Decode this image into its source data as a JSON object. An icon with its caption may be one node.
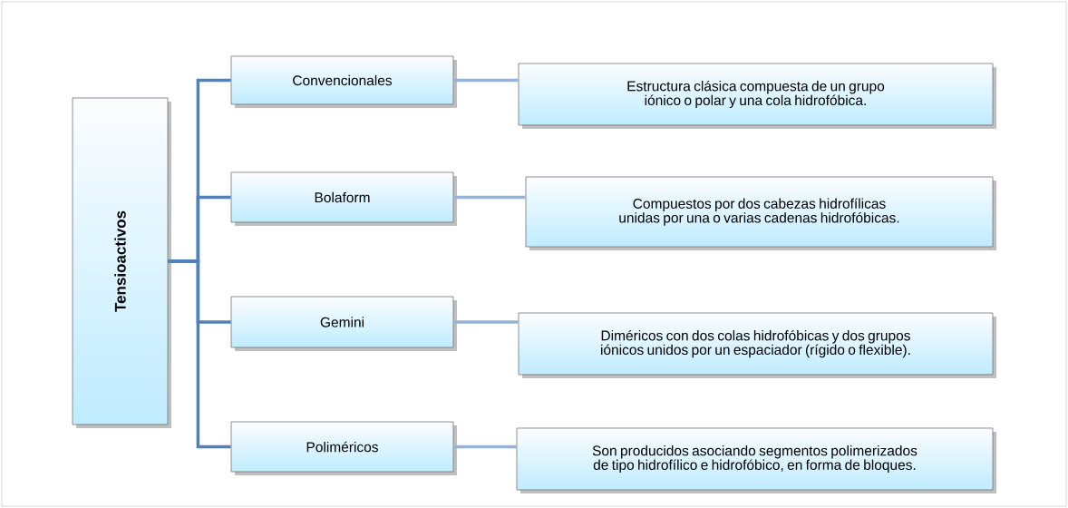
{
  "diagram": {
    "nodes": [
      {
        "text": [
          "Tensioactivos"
        ]
      },
      {
        "text": [
          "Convencionales"
        ]
      },
      {
        "text": [
          "Bolaform"
        ]
      },
      {
        "text": [
          "Gemini"
        ]
      },
      {
        "text": [
          "Poliméricos"
        ]
      },
      {
        "text": [
          "Estructura clásica compuesta de un grupo iónico o polar y una cola hidrofóbica."
        ]
      },
      {
        "text": [
          "Compuestos por dos cabezas hidrofílicas unidas por una o varias cadenas hidrofóbicas."
        ]
      },
      {
        "text": [
          "Diméricos con dos colas hidrofóbicas y dos grupos iónicos unidos por un espaciador (rígido o flexible)."
        ]
      },
      {
        "text": [
          "Son producidos asociando segmentos polimerizados de tipo hidrofílico e hidrofóbico, en forma de bloques."
        ]
      }
    ],
    "edges": [
      {
        "from": 0,
        "to": 1,
        "arrow": "none"
      },
      {
        "from": 0,
        "to": 2,
        "arrow": "none"
      },
      {
        "from": 0,
        "to": 3,
        "arrow": "none"
      },
      {
        "from": 0,
        "to": 4,
        "arrow": "none"
      },
      {
        "from": 1,
        "to": 5,
        "arrow": "none",
        "color": "#95b3d7"
      },
      {
        "from": 2,
        "to": 6,
        "arrow": "none",
        "color": "#95b3d7"
      },
      {
        "from": 3,
        "to": 7,
        "arrow": "none",
        "color": "#95b3d7"
      },
      {
        "from": 4,
        "to": 8,
        "arrow": "none",
        "color": "#95b3d7"
      }
    ]
  }
}
